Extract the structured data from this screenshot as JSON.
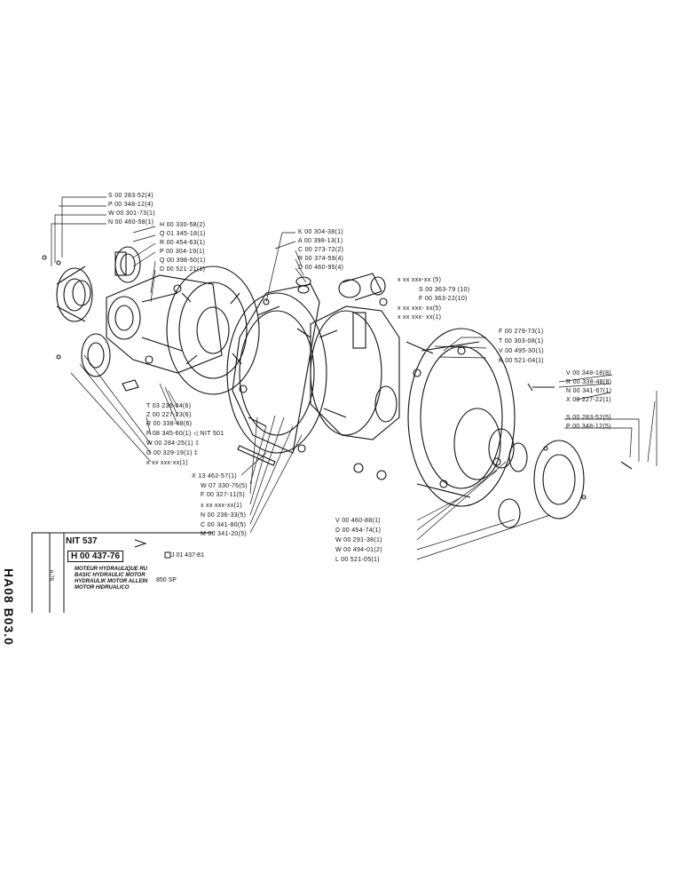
{
  "labels_left": [
    "S 00 283-52(4)",
    "P 00 348-12(4)",
    "W 00 301-73(1)",
    "N 00 460-58(1)",
    "H 00 330-58(2)",
    "Q 01 345-18(1)",
    "R 00 454-63(1)",
    "P 00 304-19(1)",
    "Q 00 398-50(1)",
    "D 00 521-21(1)",
    "T 03 236-04(6)",
    "Z 00 227-23(6)",
    "R 00 338-48(6)",
    "F 08 345-60(1) ◁ NIT 501",
    "W 00 284-25(1) ‡",
    "G 00 329-19(1) ‡",
    "x xx xxx-xx(1)"
  ],
  "labels_top": [
    "K 00 304-38(1)",
    "A 00 398-13(1)",
    "C 00 273-72(2)",
    "R 00 374-59(4)",
    "D 00 460-95(4)",
    "x xx xxx-xx (5)",
    "S 00 363-79 (10)",
    "F 00 363-22(10)",
    "x xx xxx- xx(5)",
    "x xx xxx- xx(1)"
  ],
  "labels_right": [
    "F 00 279-73(1)",
    "T 00 303-08(1)",
    "V 00 495-30(1)",
    "K 00 521-04(1)",
    "V 00 348-18(8)",
    "R 00 338-48(8)",
    "N 00 341-67(1)",
    "X 00 227-22(1)",
    "S 00 283-52(5)",
    "P 00 348-12(5)"
  ],
  "labels_bottom": [
    "X 13 462-57(1)",
    "W 07 330-76(5)",
    "F 00 327-11(5)",
    "x xx xxx-xx(1)",
    "N 00 236-33(5)",
    "C 00 341-80(5)",
    "M 00 341-20(5)",
    "V 00 460-88(1)",
    "D 00 454-74(1)",
    "W 00 291-38(1)",
    "W 00 494-01(2)",
    "L 00 521-05(1)"
  ],
  "title_block": {
    "side_code": "HA08 B03.0",
    "date_code": "6-78",
    "ref_top": "NIT 537",
    "ref_main": "H 00 437-76",
    "ref_sub": "J 01 437-81",
    "desc_fr": "MOTEUR HYDRAULIQUE RU",
    "desc_en": "BASIC HYDRAULIC MOTOR",
    "desc_de": "HYDRAULIK MOTOR ALLEIN",
    "desc_it": "MOTOR HIDRUALICO",
    "model": "850 SP"
  }
}
